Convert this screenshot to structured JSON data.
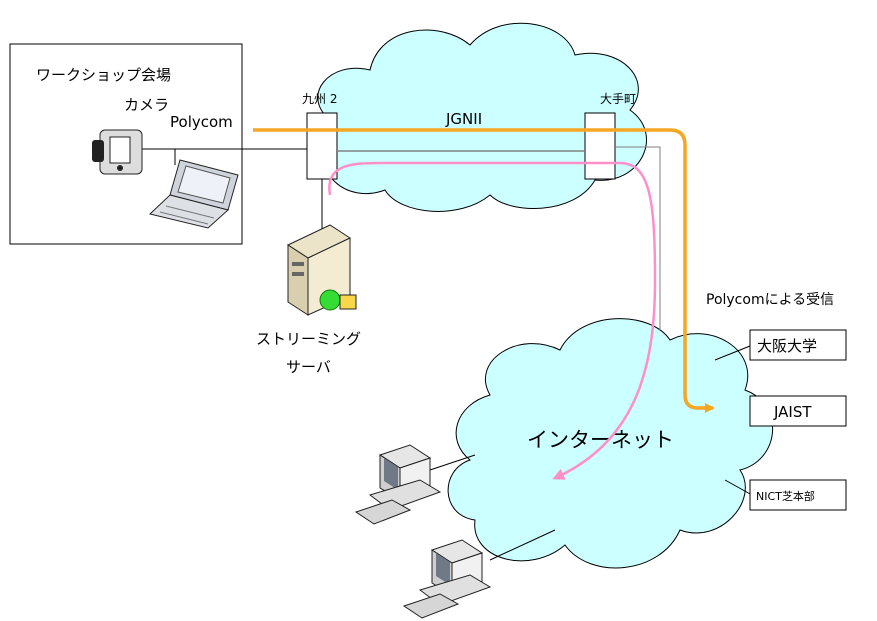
{
  "venue": {
    "title": "ワークショップ会場",
    "camera_label": "カメラ"
  },
  "polycom_label": "Polycom",
  "kyushu_label": "九州 2",
  "otemachi_label": "大手町",
  "jgn_label": "JGNII",
  "streaming_label_line1": "ストリーミング",
  "streaming_label_line2": "サーバ",
  "receive_label": "Polycomによる受信",
  "internet_label": "インターネット",
  "receivers": [
    {
      "label": "大阪大学"
    },
    {
      "label": "JAIST"
    },
    {
      "label": "NICT芝本部"
    }
  ],
  "colors": {
    "cloud_fill": "#ccffff",
    "polycom_path": "#f5a623",
    "streaming_path": "#ff8fc8",
    "link_line": "#808080"
  }
}
